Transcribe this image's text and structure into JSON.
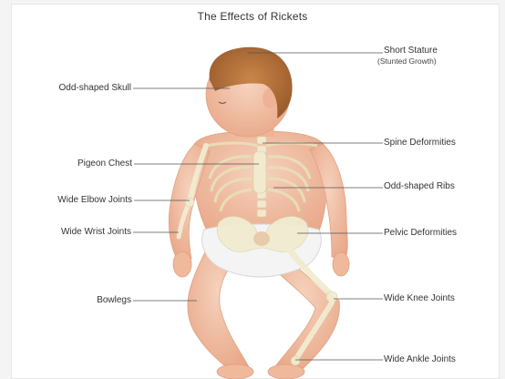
{
  "title": "The Effects of Rickets",
  "labels": {
    "short_stature": "Short Stature",
    "short_stature_sub": "(Stunted Growth)",
    "odd_skull": "Odd-shaped Skull",
    "spine": "Spine Deformities",
    "pigeon_chest": "Pigeon Chest",
    "odd_ribs": "Odd-shaped Ribs",
    "wide_elbow": "Wide Elbow Joints",
    "wide_wrist": "Wide Wrist Joints",
    "pelvic": "Pelvic Deformities",
    "bowlegs": "Bowlegs",
    "wide_knee": "Wide Knee Joints",
    "wide_ankle": "Wide Ankle Joints"
  },
  "colors": {
    "skin": "#f2c1a6",
    "skin_shadow": "#e3a282",
    "hair": "#b8743e",
    "bone": "#f1ecd0",
    "diaper": "#f3f3f3",
    "leader": "#555555"
  }
}
